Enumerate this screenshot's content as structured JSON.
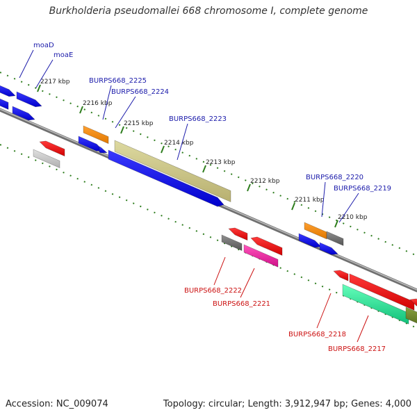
{
  "title": "Burkholderia pseudomallei 668 chromosome I, complete genome",
  "footer": {
    "accession": "Accession: NC_009074",
    "summary": "Topology: circular; Length: 3,912,947 bp; Genes: 4,000"
  },
  "colors": {
    "backbone": "#8a8a8a",
    "tick": "#2e7d1e",
    "label_forward": "#1a1aaa",
    "label_reverse": "#cc1111"
  },
  "ticks": [
    {
      "label": "2217 kbp"
    },
    {
      "label": "2216 kbp"
    },
    {
      "label": "2215 kbp"
    },
    {
      "label": "2214 kbp"
    },
    {
      "label": "2213 kbp"
    },
    {
      "label": "2212 kbp"
    },
    {
      "label": "2211 kbp"
    },
    {
      "label": "2210 kbp"
    }
  ],
  "gene_labels": [
    {
      "text": "moaD",
      "strand": "forward"
    },
    {
      "text": "moaE",
      "strand": "forward"
    },
    {
      "text": "BURPS668_2225",
      "strand": "forward"
    },
    {
      "text": "BURPS668_2224",
      "strand": "forward"
    },
    {
      "text": "BURPS668_2223",
      "strand": "forward"
    },
    {
      "text": "BURPS668_2220",
      "strand": "forward"
    },
    {
      "text": "BURPS668_2219",
      "strand": "forward"
    },
    {
      "text": "BURPS668_2222",
      "strand": "reverse"
    },
    {
      "text": "BURPS668_2221",
      "strand": "reverse"
    },
    {
      "text": "BURPS668_2218",
      "strand": "reverse"
    },
    {
      "text": "BURPS668_2217",
      "strand": "reverse"
    }
  ]
}
